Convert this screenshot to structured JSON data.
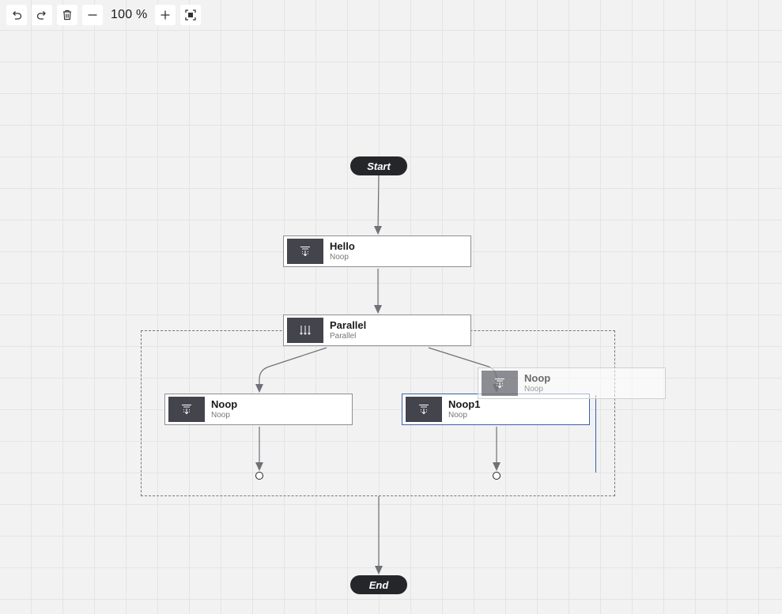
{
  "toolbar": {
    "zoom_label": "100 %",
    "icons": [
      "undo-icon",
      "redo-icon",
      "trash-icon",
      "minus-icon",
      "plus-icon",
      "fit-screen-icon"
    ]
  },
  "terminals": {
    "start_label": "Start",
    "end_label": "End"
  },
  "nodes": {
    "hello": {
      "title": "Hello",
      "subtitle": "Noop",
      "icon": "noop-icon"
    },
    "parallel": {
      "title": "Parallel",
      "subtitle": "Parallel",
      "icon": "parallel-icon"
    },
    "noop": {
      "title": "Noop",
      "subtitle": "Noop",
      "icon": "noop-icon"
    },
    "noop1": {
      "title": "Noop1",
      "subtitle": "Noop",
      "icon": "noop-icon"
    },
    "dragged": {
      "title": "Noop",
      "subtitle": "Noop",
      "icon": "noop-icon"
    }
  },
  "colors": {
    "canvas": "#f2f2f2",
    "node_icon_bg": "#43444c",
    "terminal_bg": "#25262a",
    "selection": "#3b5fa8",
    "edge": "#6e7177"
  }
}
